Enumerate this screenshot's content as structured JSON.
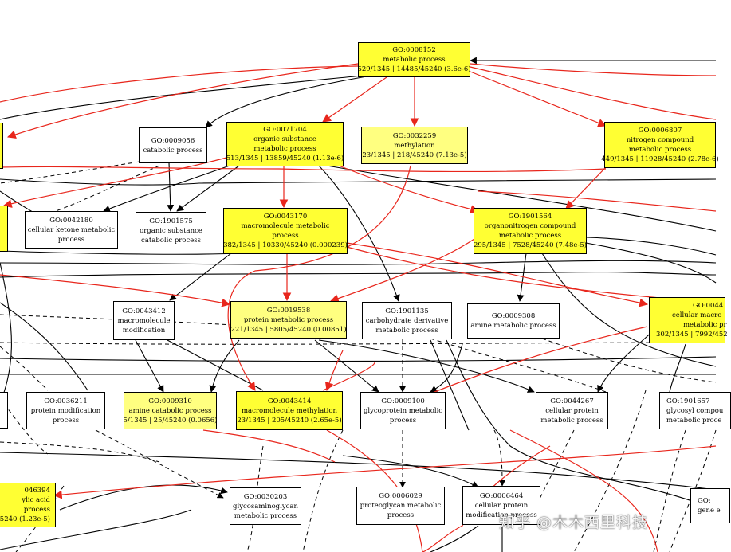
{
  "nodes": {
    "n8152": {
      "id": "GO:0008152",
      "name": "metabolic process",
      "stats": "529/1345 | 14485/45240 (3.6e-6)",
      "significant": true
    },
    "n9056": {
      "id": "GO:0009056",
      "name": "catabolic process",
      "significant": false
    },
    "n71704": {
      "id": "GO:0071704",
      "name1": "organic substance",
      "name2": "metabolic process",
      "stats": "513/1345 | 13859/45240 (1.13e-6)",
      "significant": true
    },
    "n32259": {
      "id": "GO:0032259",
      "name": "methylation",
      "stats": "23/1345 | 218/45240 (7.13e-5)",
      "significant": true
    },
    "n6807": {
      "id": "GO:0006807",
      "name1": "nitrogen compound",
      "name2": "metabolic process",
      "stats": "449/1345 | 11928/45240 (2.78e-6)",
      "significant": true
    },
    "n42180": {
      "id": "GO:0042180",
      "name1": "cellular ketone metabolic",
      "name2": "process",
      "significant": false
    },
    "n1901575": {
      "id": "GO:1901575",
      "name1": "organic substance",
      "name2": "catabolic process",
      "significant": false
    },
    "n43170": {
      "id": "GO:0043170",
      "name1": "macromolecule metabolic",
      "name2": "process",
      "stats": "382/1345 | 10330/45240 (0.000239)",
      "significant": true
    },
    "n1901564": {
      "id": "GO:1901564",
      "name1": "organonitrogen compound",
      "name2": "metabolic process",
      "stats": "295/1345 | 7528/45240 (7.48e-5)",
      "significant": true
    },
    "n43412": {
      "id": "GO:0043412",
      "name1": "macromolecule",
      "name2": "modification",
      "significant": false
    },
    "n19538": {
      "id": "GO:0019538",
      "name": "protein metabolic process",
      "stats": "221/1345 | 5805/45240 (0.00851)",
      "significant": true
    },
    "n1901135": {
      "id": "GO:1901135",
      "name1": "carbohydrate derivative",
      "name2": "metabolic process",
      "significant": false
    },
    "n9308": {
      "id": "GO:0009308",
      "name": "amine metabolic process",
      "significant": false
    },
    "n44260": {
      "id": "GO:0044",
      "name1": "cellular macro",
      "name2": "metabolic pr",
      "stats": "302/1345 | 7992/452",
      "significant": true
    },
    "n36211": {
      "id": "GO:0036211",
      "name1": "protein modification",
      "name2": "process",
      "significant": false
    },
    "n9310": {
      "id": "GO:0009310",
      "name": "amine catabolic process",
      "stats": "5/1345 | 25/45240 (0.0656)",
      "significant": true
    },
    "n43414": {
      "id": "GO:0043414",
      "name": "macromolecule methylation",
      "stats": "23/1345 | 205/45240 (2.65e-5)",
      "significant": true
    },
    "n9100": {
      "id": "GO:0009100",
      "name1": "glycoprotein metabolic",
      "name2": "process",
      "significant": false
    },
    "n44267": {
      "id": "GO:0044267",
      "name1": "cellular protein",
      "name2": "metabolic process",
      "significant": false
    },
    "n1901657": {
      "id": "GO:1901657",
      "name1": "glycosyl compou",
      "name2": "metabolic proce",
      "significant": false
    },
    "n46394": {
      "id": "046394",
      "name1": "ylic acid",
      "name2": "process",
      "stats": "45240 (1.23e-5)",
      "significant": true
    },
    "n30203": {
      "id": "GO:0030203",
      "name1": "glycosaminoglycan",
      "name2": "metabolic process",
      "significant": false
    },
    "n6029": {
      "id": "GO:0006029",
      "name1": "proteoglycan metabolic",
      "name2": "process",
      "significant": false
    },
    "n6464": {
      "id": "GO:0006464",
      "name1": "cellular protein",
      "name2": "modification process",
      "significant": false
    },
    "nGene": {
      "id": "GO:",
      "name": "gene e",
      "significant": false
    }
  },
  "watermark": "知乎 @木木西里科技",
  "colors": {
    "significant_fill": "#ffff33",
    "pale_fill": "#ffff80",
    "significant_edge": "#e8261c",
    "edge": "#000000"
  }
}
